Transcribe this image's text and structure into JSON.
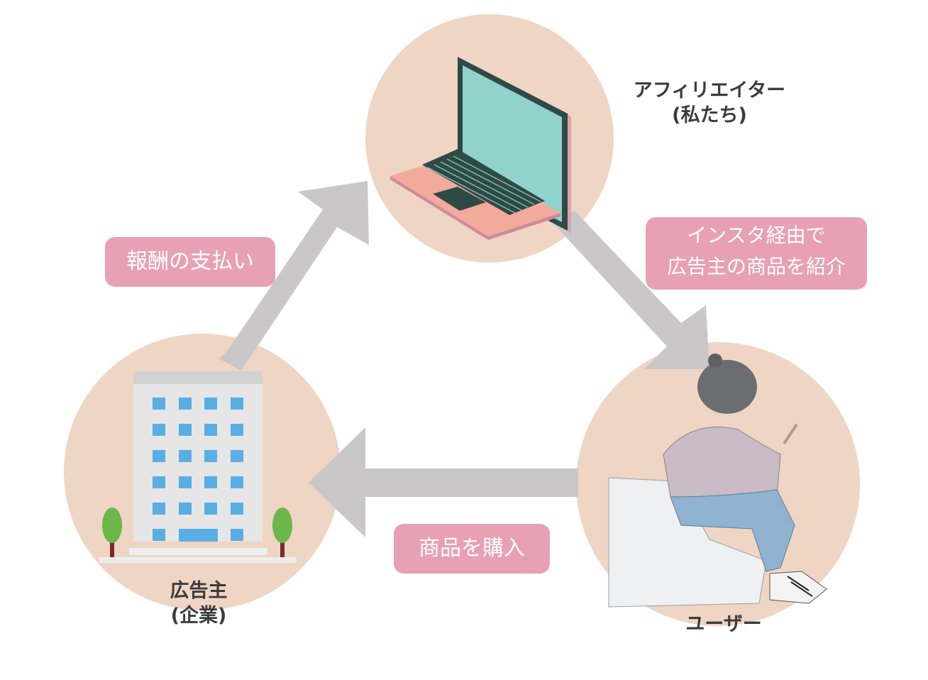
{
  "diagram": {
    "title": "Affiliate marketing flow",
    "colors": {
      "circle": "#efd5c3",
      "arrow": "#c9c7c8",
      "pill": "#e8a0b4",
      "pill_text": "#ffffff",
      "label_text": "#3c3c3c"
    },
    "nodes": {
      "affiliate": {
        "title": "アフィリエイター",
        "subtitle": "(私たち)",
        "icon": "laptop-icon"
      },
      "advertiser": {
        "title": "広告主",
        "subtitle": "(企業)",
        "icon": "office-building-icon"
      },
      "user": {
        "title": "ユーザー",
        "icon": "woman-with-smartphone-illustration"
      }
    },
    "edges": [
      {
        "from": "advertiser",
        "to": "affiliate",
        "label": "報酬の支払い"
      },
      {
        "from": "affiliate",
        "to": "user",
        "label_line1": "インスタ経由で",
        "label_line2": "広告主の商品を紹介"
      },
      {
        "from": "user",
        "to": "advertiser",
        "label": "商品を購入"
      }
    ]
  }
}
